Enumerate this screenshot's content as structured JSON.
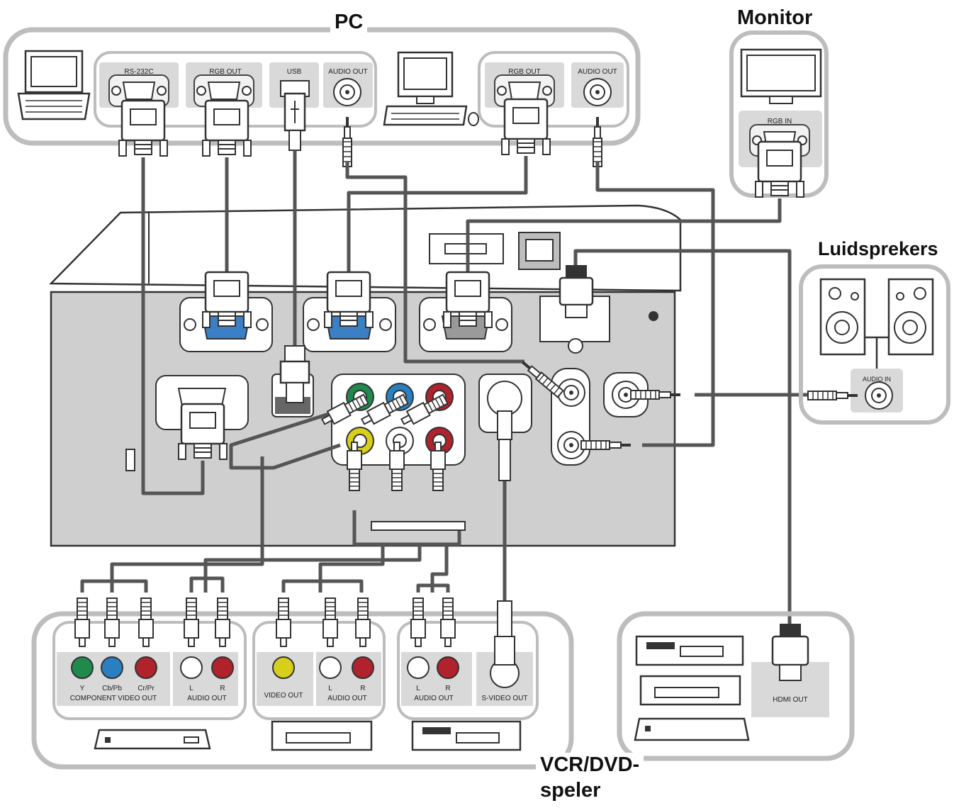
{
  "groups": {
    "pc": "PC",
    "monitor": "Monitor",
    "speakers": "Luidsprekers",
    "vcr_line1": "VCR/DVD-",
    "vcr_line2": "speler"
  },
  "pc_ports": {
    "rs232c": "RS-232C",
    "rgb_out_1": "RGB OUT",
    "usb": "USB",
    "audio_out_1": "AUDIO OUT",
    "rgb_out_2": "RGB OUT",
    "audio_out_2": "AUDIO OUT"
  },
  "monitor_ports": {
    "rgb_in": "RGB IN"
  },
  "speaker_ports": {
    "audio_in": "AUDIO IN"
  },
  "av_ports": {
    "y": "Y",
    "cb_pb": "Cb/Pb",
    "cr_pr": "Cr/Pr",
    "component_video_out": "COMPONENT VIDEO OUT",
    "l_1": "L",
    "r_1": "R",
    "audio_out_1": "AUDIO OUT",
    "video_out": "VIDEO OUT",
    "l_2": "L",
    "r_2": "R",
    "audio_out_2": "AUDIO OUT",
    "l_3": "L",
    "r_3": "R",
    "audio_out_3": "AUDIO OUT",
    "s_video_out": "S-VIDEO OUT",
    "hdmi_out": "HDMI OUT"
  },
  "colors": {
    "panel": "#d9d9d9",
    "frame": "#bdbdbd",
    "cable": "#555555",
    "rca_green": "#1f8a4c",
    "rca_blue": "#2a7fc0",
    "rca_red": "#b0222c",
    "rca_yellow": "#d8cf1a",
    "vga_blue": "#3b7fc4"
  }
}
